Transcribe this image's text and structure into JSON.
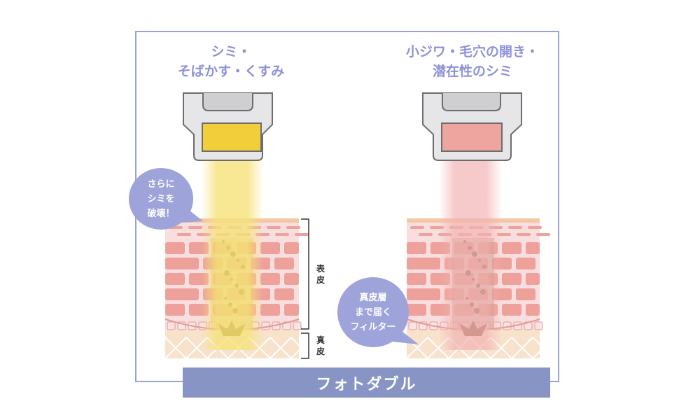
{
  "left_panel": {
    "title_line1": "シミ・",
    "title_line2": "そばかす・くすみ",
    "bubble": [
      "さらに",
      "シミを",
      "破壊！"
    ],
    "filter_color": "#f2cf3a",
    "beam_color": "#f6e27a"
  },
  "right_panel": {
    "title_line1": "小ジワ・毛穴の開き・",
    "title_line2": "潜在性のシミ",
    "bubble": [
      "真皮層",
      "まで届く",
      "フィルター"
    ],
    "filter_color": "#eea5a0",
    "beam_color": "#f2b3b3"
  },
  "labels": {
    "epidermis": "表皮",
    "dermis": "真皮"
  },
  "banner": "フォトダブル",
  "colors": {
    "frame": "#9aa3d6",
    "banner": "#8794c4",
    "title": "#8d92d8"
  }
}
